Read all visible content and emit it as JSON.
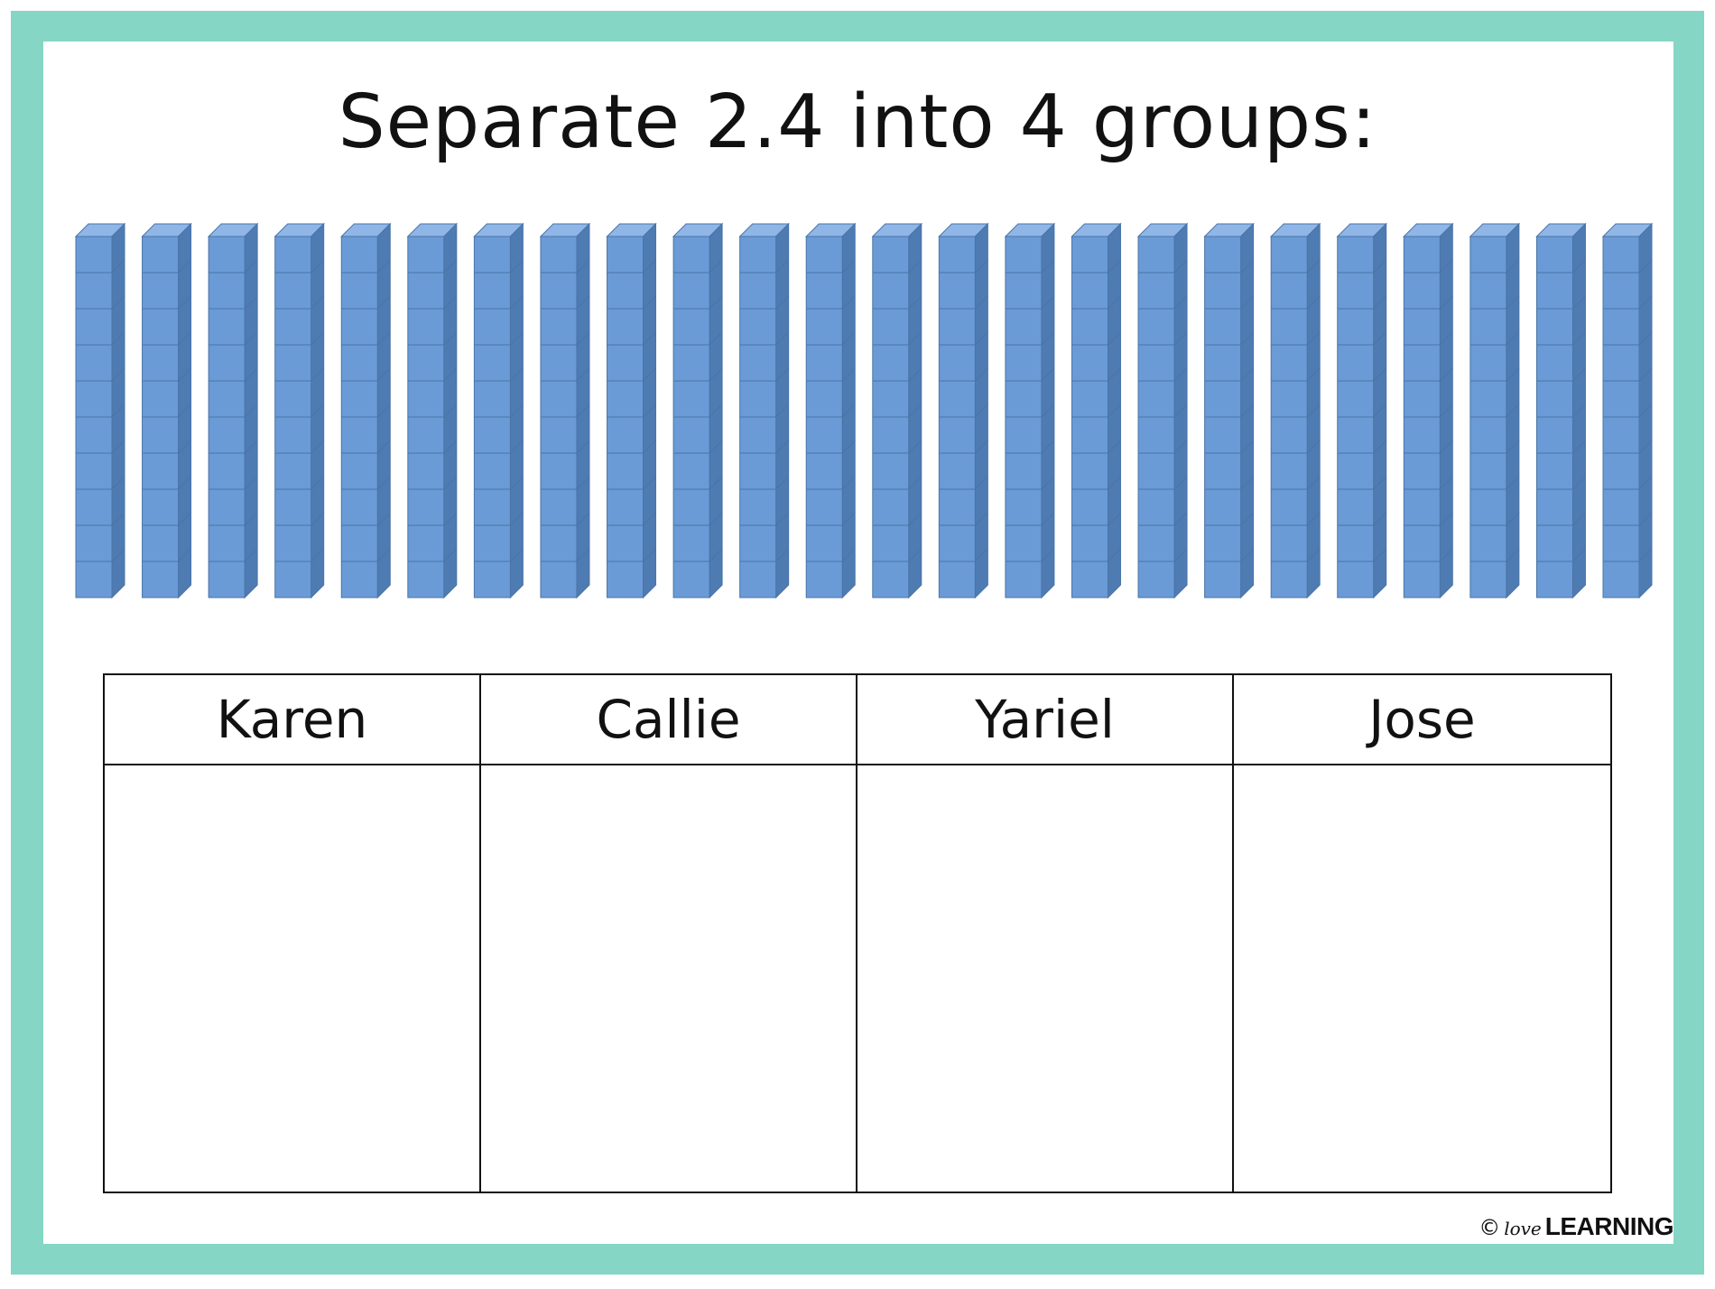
{
  "title": "Separate 2.4 into 4 groups:",
  "colors": {
    "frame": "#85d6c4",
    "rod_front": "#6a9bd6",
    "rod_side": "#4f7bb3",
    "rod_top": "#8fb6e6",
    "rod_line": "#4a74a8"
  },
  "base_ten_rods": {
    "rod_count": 24,
    "units_per_rod": 10
  },
  "table": {
    "headers": [
      "Karen",
      "Callie",
      "Yariel",
      "Jose"
    ]
  },
  "footer": {
    "copyright": "©",
    "brand_small": "love",
    "brand_large": "LEARNING"
  }
}
